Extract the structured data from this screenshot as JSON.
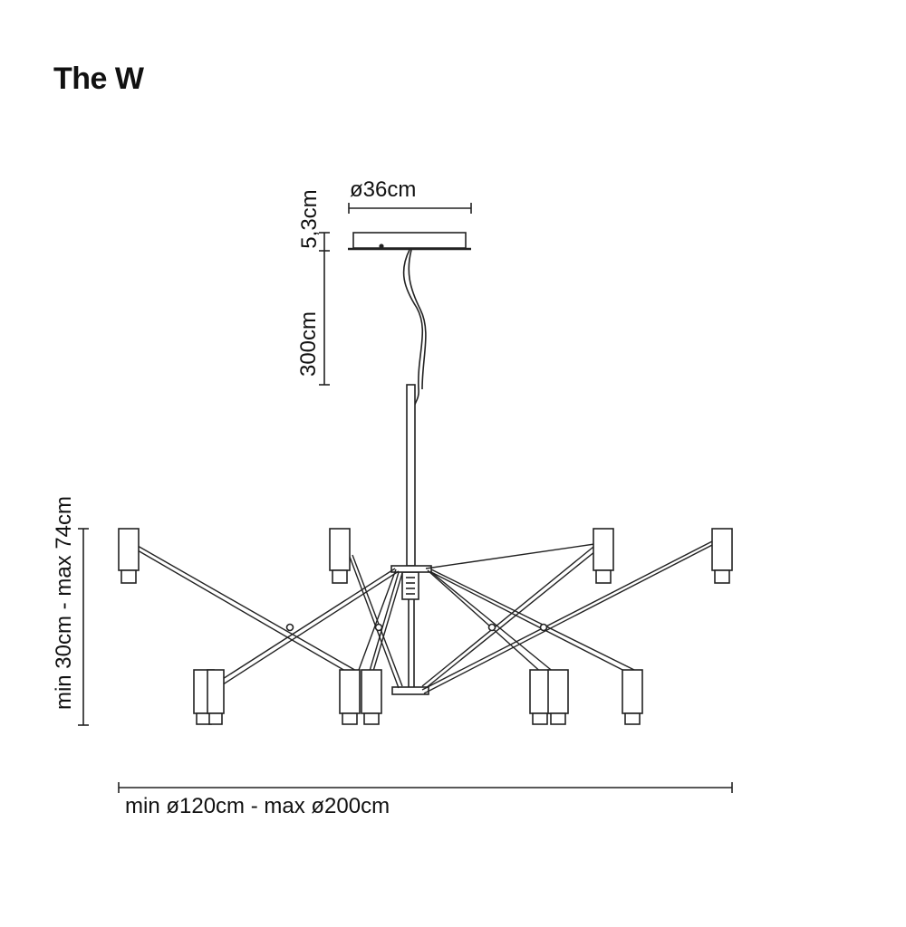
{
  "title": "The W",
  "dimensions": {
    "canopy_diameter": "ø36cm",
    "canopy_height": "5,3cm",
    "cable_length": "300cm",
    "height_range": "min 30cm - max 74cm",
    "diameter_range": "min ø120cm - max ø200cm"
  },
  "colors": {
    "line": "#222222",
    "fill": "#ffffff"
  }
}
